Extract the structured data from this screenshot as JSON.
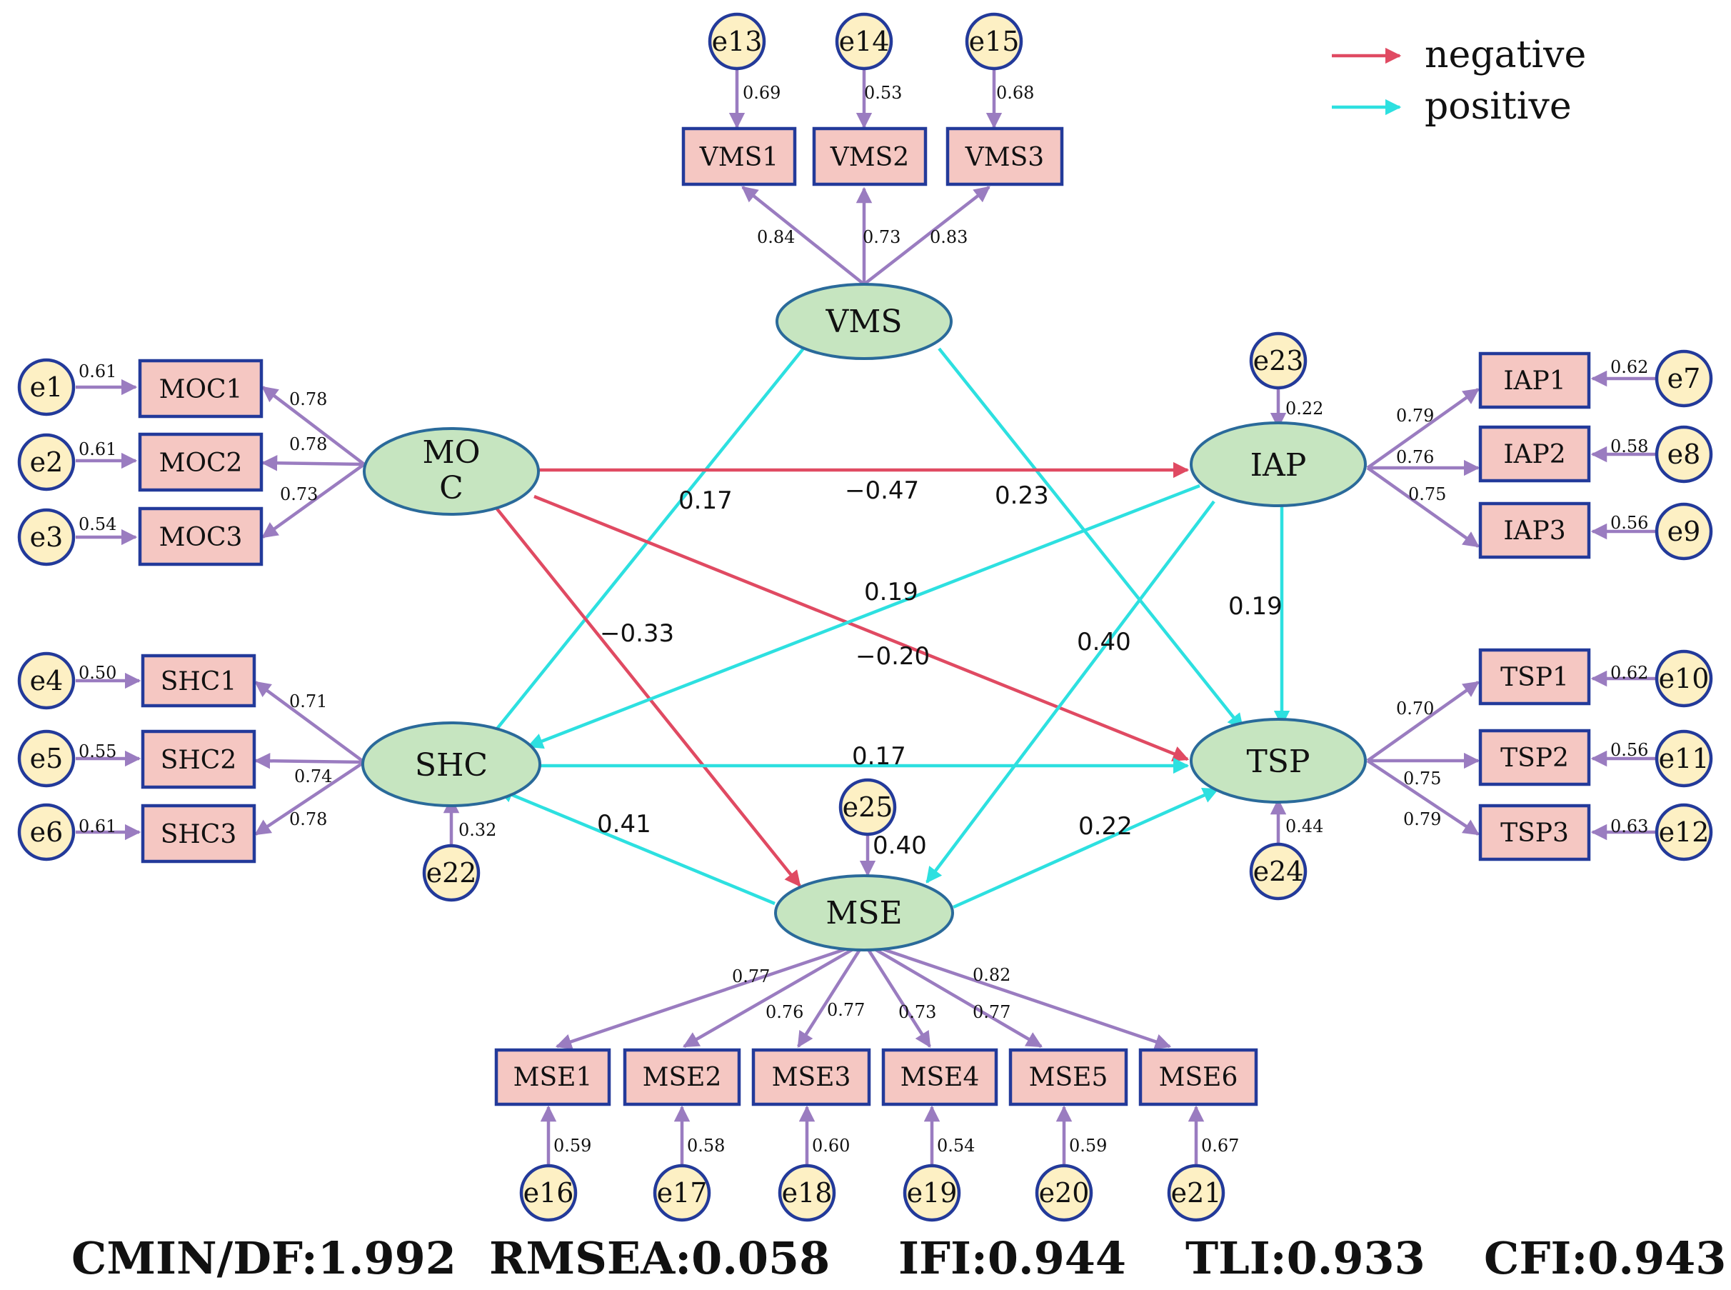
{
  "latent": {
    "vms": {
      "label": "VMS"
    },
    "moc": {
      "label1": "MO",
      "label2": "C"
    },
    "iap": {
      "label": "IAP"
    },
    "shc": {
      "label": "SHC"
    },
    "tsp": {
      "label": "TSP"
    },
    "mse": {
      "label": "MSE"
    }
  },
  "observed": {
    "vms1": "VMS1",
    "vms2": "VMS2",
    "vms3": "VMS3",
    "moc1": "MOC1",
    "moc2": "MOC2",
    "moc3": "MOC3",
    "shc1": "SHC1",
    "shc2": "SHC2",
    "shc3": "SHC3",
    "iap1": "IAP1",
    "iap2": "IAP2",
    "iap3": "IAP3",
    "tsp1": "TSP1",
    "tsp2": "TSP2",
    "tsp3": "TSP3",
    "mse1": "MSE1",
    "mse2": "MSE2",
    "mse3": "MSE3",
    "mse4": "MSE4",
    "mse5": "MSE5",
    "mse6": "MSE6"
  },
  "errors": {
    "e1": "e1",
    "e2": "e2",
    "e3": "e3",
    "e4": "e4",
    "e5": "e5",
    "e6": "e6",
    "e7": "e7",
    "e8": "e8",
    "e9": "e9",
    "e10": "e10",
    "e11": "e11",
    "e12": "e12",
    "e13": "e13",
    "e14": "e14",
    "e15": "e15",
    "e16": "e16",
    "e17": "e17",
    "e18": "e18",
    "e19": "e19",
    "e20": "e20",
    "e21": "e21",
    "e22": "e22",
    "e23": "e23",
    "e24": "e24",
    "e25": "e25"
  },
  "error_weights": {
    "e1": "0.61",
    "e2": "0.61",
    "e3": "0.54",
    "e4": "0.50",
    "e5": "0.55",
    "e6": "0.61",
    "e7": "0.62",
    "e8": "0.58",
    "e9": "0.56",
    "e10": "0.62",
    "e11": "0.56",
    "e12": "0.63",
    "e13": "0.69",
    "e14": "0.53",
    "e15": "0.68",
    "e16": "0.59",
    "e17": "0.58",
    "e18": "0.60",
    "e19": "0.54",
    "e20": "0.59",
    "e21": "0.67",
    "e22": "0.32",
    "e23": "0.22",
    "e24": "0.44",
    "e25": "0.40"
  },
  "loadings": {
    "vms1": "0.84",
    "vms2": "0.73",
    "vms3": "0.83",
    "moc1": "0.78",
    "moc2": "0.78",
    "moc3": "0.73",
    "shc1": "0.71",
    "shc2": "0.74",
    "shc3": "0.78",
    "iap1": "0.79",
    "iap2": "0.76",
    "iap3": "0.75",
    "tsp1": "0.70",
    "tsp2": "0.75",
    "tsp3": "0.79",
    "mse1": "0.77",
    "mse2": "0.76",
    "mse3": "0.77",
    "mse4": "0.73",
    "mse5": "0.77",
    "mse6": "0.82"
  },
  "paths": {
    "vms_shc": "0.17",
    "vms_tsp": "0.23",
    "moc_iap": "−0.47",
    "moc_tsp": "−0.20",
    "moc_mse": "−0.33",
    "iap_shc": "0.19",
    "iap_mse": "0.40",
    "iap_tsp": "0.19",
    "shc_tsp": "0.17",
    "mse_shc": "0.41",
    "mse_tsp": "0.22"
  },
  "legend": {
    "negative": "negative",
    "positive": "positive",
    "negative_color": "#e04a62",
    "positive_color": "#2de0e0"
  },
  "fit": {
    "cmin": "CMIN/DF:1.992",
    "rmsea": "RMSEA:0.058",
    "ifi": "IFI:0.944",
    "tli": "TLI:0.933",
    "cfi": "CFI:0.943"
  }
}
